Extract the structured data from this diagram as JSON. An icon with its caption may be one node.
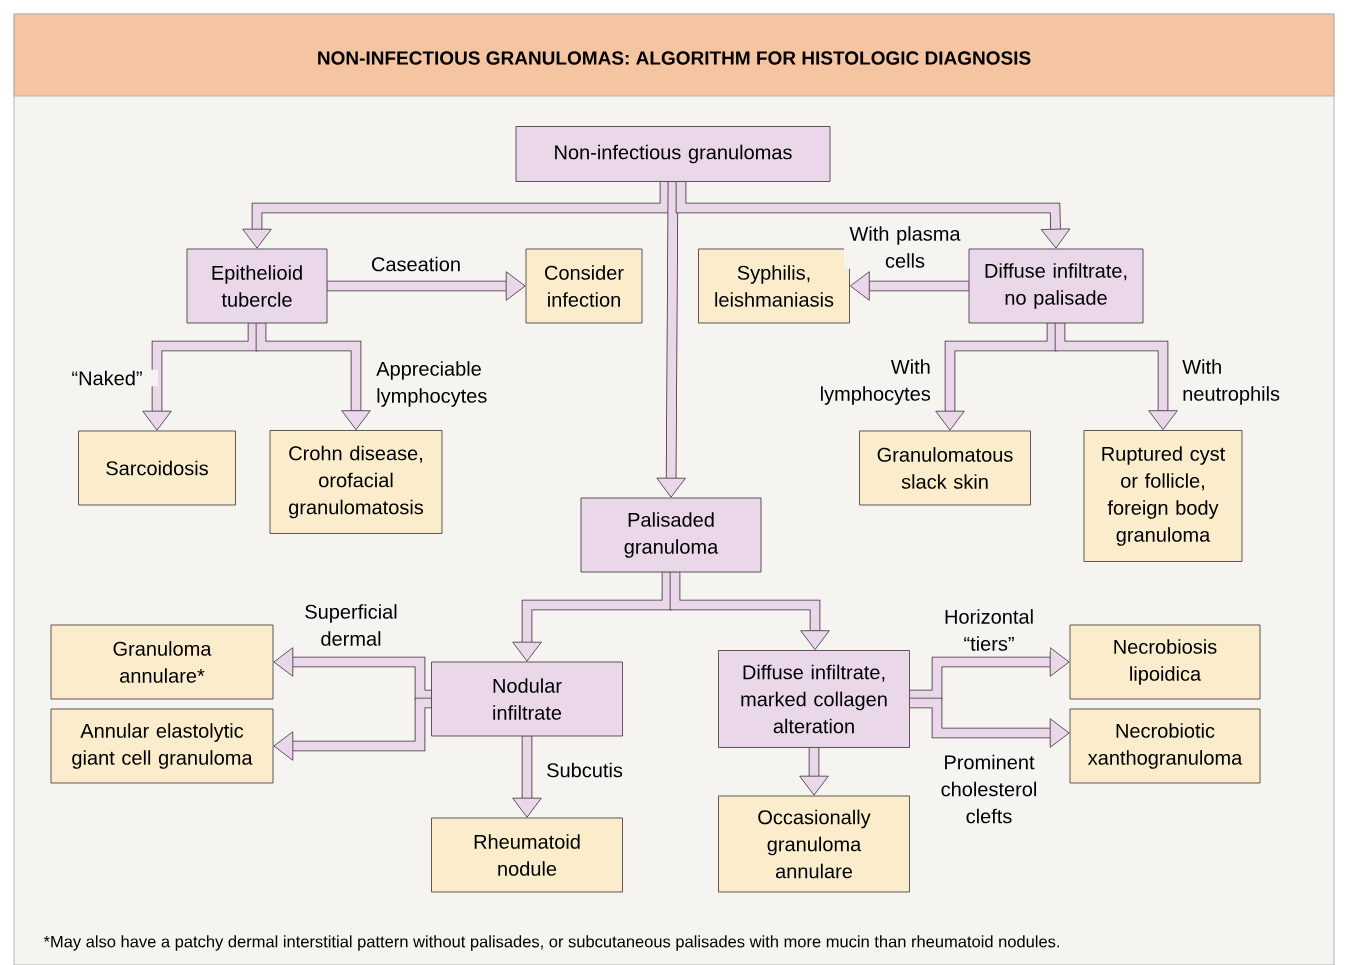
{
  "diagram": {
    "title": "NON-INFECTIOUS GRANULOMAS: ALGORITHM FOR HISTOLOGIC DIAGNOSIS",
    "caption": "*May also have a patchy dermal interstitial pattern without palisades, or subcutaneous palisades with more mucin than rheumatoid nodules.",
    "nodes": [
      {
        "text": [
          "Non-infectious granulomas"
        ]
      },
      {
        "text": [
          "Epithelioid tubercle"
        ]
      },
      {
        "text": [
          "Consider infection"
        ]
      },
      {
        "text": [
          "Syphilis, leishmaniasis"
        ]
      },
      {
        "text": [
          "Diffuse infiltrate, no palisade"
        ]
      },
      {
        "text": [
          "Sarcoidosis"
        ]
      },
      {
        "text": [
          "Crohn disease, orofacial granulomatosis"
        ]
      },
      {
        "text": [
          "Granulomatous slack skin"
        ]
      },
      {
        "text": [
          "Ruptured cyst or follicle, foreign body granuloma"
        ]
      },
      {
        "text": [
          "Palisaded granuloma"
        ]
      },
      {
        "text": [
          "Granuloma annulare*"
        ]
      },
      {
        "text": [
          "Annular elastolytic giant cell granuloma"
        ]
      },
      {
        "text": [
          "Nodular infiltrate"
        ]
      },
      {
        "text": [
          "Diffuse infiltrate, marked collagen alteration"
        ]
      },
      {
        "text": [
          "Necrobiosis lipoidica"
        ]
      },
      {
        "text": [
          "Necrobiotic xanthogranuloma"
        ]
      },
      {
        "text": [
          "Rheumatoid nodule"
        ]
      },
      {
        "text": [
          "Occasionally granuloma annulare"
        ]
      }
    ],
    "edges": [
      {
        "from": 0,
        "to": 1,
        "arrow": "to"
      },
      {
        "from": 0,
        "to": 9,
        "arrow": "to"
      },
      {
        "from": 0,
        "to": 4,
        "arrow": "to"
      },
      {
        "from": 1,
        "to": 2,
        "arrow": "to",
        "label": "Caseation"
      },
      {
        "from": 4,
        "to": 3,
        "arrow": "to",
        "label": "With plasma cells"
      },
      {
        "from": 1,
        "to": 5,
        "arrow": "to",
        "label": "“Naked”"
      },
      {
        "from": 1,
        "to": 6,
        "arrow": "to",
        "label": "Appreciable lymphocytes"
      },
      {
        "from": 4,
        "to": 7,
        "arrow": "to",
        "label": "With lymphocytes"
      },
      {
        "from": 4,
        "to": 8,
        "arrow": "to",
        "label": "With neutrophils"
      },
      {
        "from": 9,
        "to": 12,
        "arrow": "to"
      },
      {
        "from": 9,
        "to": 13,
        "arrow": "to"
      },
      {
        "from": 12,
        "to": 10,
        "arrow": "to",
        "label": "Superficial dermal"
      },
      {
        "from": 12,
        "to": 11,
        "arrow": "to"
      },
      {
        "from": 12,
        "to": 16,
        "arrow": "to",
        "label": "Subcutis"
      },
      {
        "from": 13,
        "to": 14,
        "arrow": "to",
        "label": "Horizontal “tiers”"
      },
      {
        "from": 13,
        "to": 15,
        "arrow": "to",
        "label": "Prominent cholesterol clefts"
      },
      {
        "from": 13,
        "to": 17,
        "arrow": "to"
      }
    ]
  }
}
